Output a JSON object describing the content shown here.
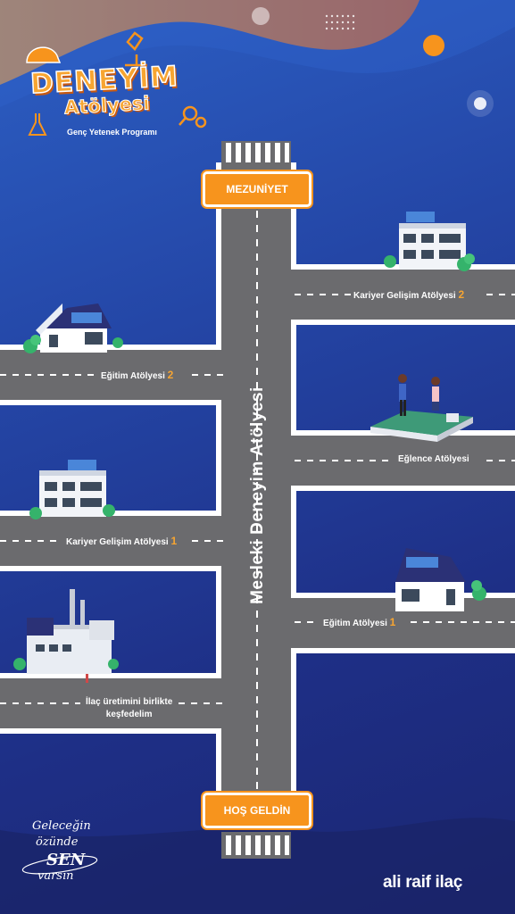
{
  "header": {
    "title_line1": "DENEYİM",
    "title_line2": "Atölyesi",
    "subtitle": "Genç Yetenek Programı"
  },
  "signs": {
    "top": "MEZUNİYET",
    "bottom": "HOŞ GELDİN"
  },
  "main_road": {
    "label": "Mesleki Deneyim Atölyesi"
  },
  "stops": [
    {
      "text": "Kariyer Gelişim Atölyesi",
      "number": "2"
    },
    {
      "text": "Eğitim Atölyesi",
      "number": "2"
    },
    {
      "text": "Eğlence Atölyesi",
      "number": ""
    },
    {
      "text": "Kariyer Gelişim Atölyesi",
      "number": "1"
    },
    {
      "text": "Eğitim Atölyesi",
      "number": "1"
    },
    {
      "text_line1": "İlaç üretimini birlikte",
      "text_line2": "keşfedelim"
    }
  ],
  "slogan": {
    "line1": "Geleceğin",
    "line2": "özünde",
    "line3": "SEN",
    "line4": "varsın"
  },
  "brand": {
    "name": "ali raif ilaç"
  },
  "colors": {
    "accent": "#f7941d",
    "road": "#6b6b6e",
    "background": "#2446a6"
  }
}
